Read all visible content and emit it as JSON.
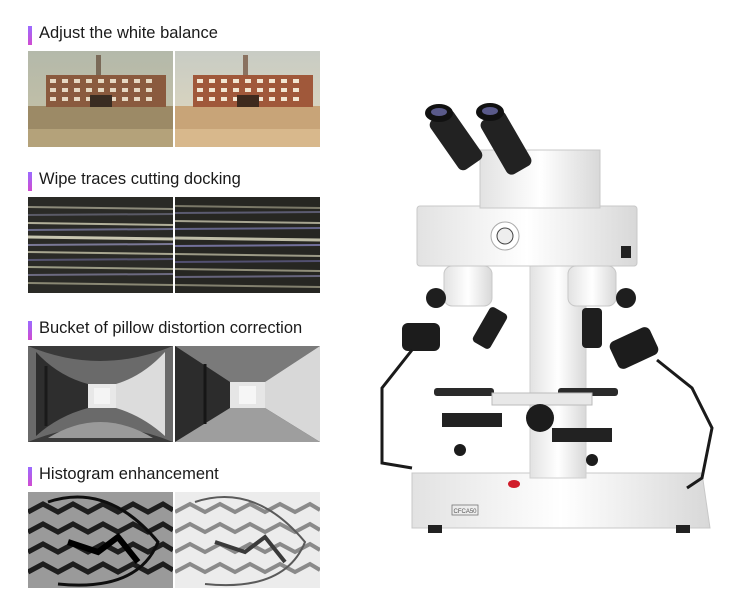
{
  "sections": [
    {
      "title": "Adjust the white balance",
      "left_image": "building-before",
      "right_image": "building-after"
    },
    {
      "title": "Wipe traces cutting docking",
      "left_image": "striations-left",
      "right_image": "striations-right"
    },
    {
      "title": "Bucket of pillow distortion correction",
      "left_image": "corridor-distorted",
      "right_image": "corridor-corrected"
    },
    {
      "title": "Histogram enhancement",
      "left_image": "pattern-dark",
      "right_image": "pattern-enhanced"
    }
  ],
  "product": {
    "name": "comparison-microscope",
    "badge_label": "CFCA50"
  }
}
